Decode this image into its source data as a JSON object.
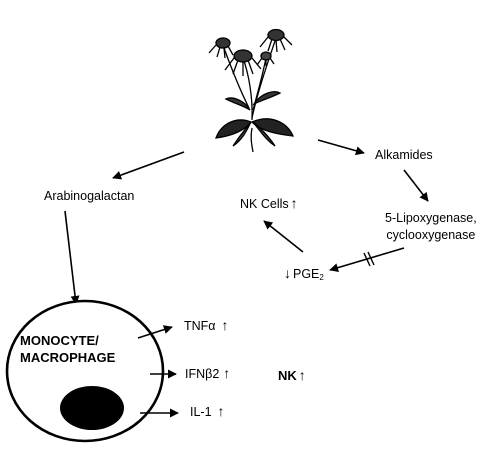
{
  "diagram": {
    "nodes": {
      "alkamides": "Alkamides",
      "arabinogalactan": "Arabinogalactan",
      "lipoxygenase_line1": "5-Lipoxygenase,",
      "lipoxygenase_line2": "cyclooxygenase",
      "nk_cells": "NK Cells",
      "pge2_main": "PGE",
      "pge2_sub": "2",
      "cell_line1": "MONOCYTE/",
      "cell_line2": "MACROPHAGE",
      "tnf": "TNFα",
      "ifn": "IFNβ2",
      "il1": "IL-1",
      "nk": "NK"
    },
    "symbols": {
      "increase": "↑",
      "decrease": "↓"
    },
    "edges": [
      {
        "from": "echinacea-plant",
        "to": "arabinogalactan",
        "type": "activates"
      },
      {
        "from": "echinacea-plant",
        "to": "alkamides",
        "type": "activates"
      },
      {
        "from": "alkamides",
        "to": "lipoxygenase",
        "type": "activates"
      },
      {
        "from": "lipoxygenase",
        "to": "pge2",
        "type": "inhibits"
      },
      {
        "from": "pge2",
        "to": "nk-cells",
        "type": "activates"
      },
      {
        "from": "arabinogalactan",
        "to": "monocyte-macrophage",
        "type": "activates"
      },
      {
        "from": "monocyte-macrophage",
        "to": "tnf",
        "type": "produces"
      },
      {
        "from": "monocyte-macrophage",
        "to": "ifn",
        "type": "produces"
      },
      {
        "from": "monocyte-macrophage",
        "to": "il1",
        "type": "produces"
      }
    ],
    "colors": {
      "ink": "#000000",
      "background": "#ffffff"
    },
    "icons": {
      "plant": "echinacea-plant-icon",
      "nucleus": "nucleus"
    }
  }
}
